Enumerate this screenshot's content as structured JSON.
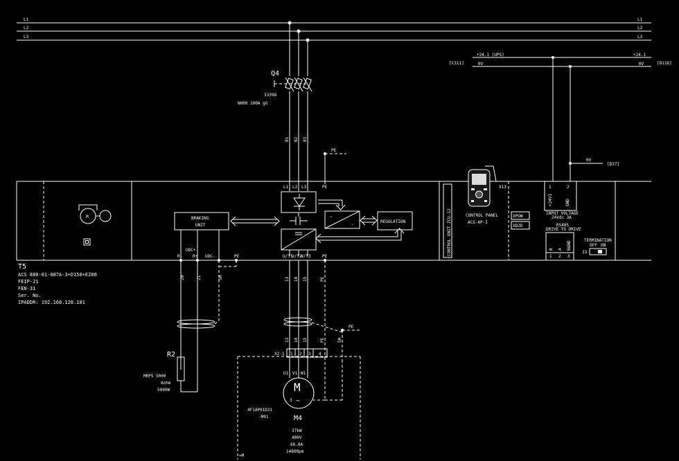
{
  "buses": {
    "l1_left": "L1",
    "l2_left": "L2",
    "l3_left": "L3",
    "l1_right": "L1",
    "l2_right": "L2",
    "l3_right": "L3"
  },
  "fuse": {
    "tag": "Q4",
    "part_number": "33398",
    "spec": "NH00 100A gG",
    "wire_labels": [
      "01",
      "02",
      "03"
    ]
  },
  "control_supply": {
    "ref_left_1": "C311",
    "ref_right_1": "D116",
    "plus24_left": "+24.1  (UPS)",
    "plus24_right": "+24.1",
    "zero_left": "0V",
    "zero_right": "0V",
    "zero_tap": "0V",
    "ref_d37": "D37"
  },
  "drive": {
    "tag": "T5",
    "model": "ACS 880-01-087A-3+D150+E200",
    "option1": "FEIP-21",
    "option2": "FEN-31",
    "serial": "Ser. No.",
    "ip": "IPADDR: 192.168.128.101",
    "input_terminals": [
      "L1",
      "L2",
      "L3",
      "PE"
    ],
    "output_terminals": [
      "U/T1",
      "V/T2",
      "W/T3",
      "PE"
    ],
    "pe_top": "PE",
    "pe_bottom": "PE",
    "braking_unit_l1": "BRAKING",
    "braking_unit_l2": "UNIT",
    "regulation": "REGULATION",
    "udc_plus": "UDC+",
    "udc_minus": "UDC-",
    "r_minus": "R-",
    "r_plus": "R+",
    "brake_pe": "PE",
    "control_unit": "CONTROL UNIT ZCU-12",
    "control_panel_l1": "CONTROL PANEL",
    "control_panel_l2": "ACS-AP-I",
    "x13": "X13",
    "xpow": "XPOW",
    "xd2d": "XD2D",
    "input_voltage_l1": "INPUT VOLTAGE",
    "input_voltage_l2": "24Vdc 3A",
    "d2d_l1": "RS485",
    "d2d_l2": "DRIVE TO DRIVE",
    "termination_l1": "TERMINATION",
    "termination_off": "OFF",
    "termination_on": "ON",
    "j3": "J3",
    "xpow_pins": [
      "1",
      "2"
    ],
    "xpow_pin_names": [
      "+24VI",
      "GND"
    ],
    "xd2d_pins": [
      "1",
      "2",
      "3"
    ],
    "xd2d_pin_names": [
      "B",
      "A",
      "BGND"
    ]
  },
  "brake_cable": {
    "wires": [
      "20",
      "21",
      "SH"
    ]
  },
  "resistor": {
    "tag": "R2",
    "model": "MRPS 5000",
    "resistance": "8ohm",
    "power": "5000W"
  },
  "motor_cable": {
    "wires_top": [
      "13",
      "14",
      "15",
      "PE"
    ],
    "wires_bottom": [
      "13",
      "14",
      "15",
      "PE",
      "SH"
    ],
    "pe_label": "PE"
  },
  "motor": {
    "terminal_block": "X2-1",
    "terminals": [
      "1",
      "2",
      "3",
      "4"
    ],
    "phase_labels": [
      "U1",
      "V1",
      "W1"
    ],
    "symbol_letter": "M",
    "symbol_phase": "3",
    "symbol_ac": "~",
    "code": "4F1AP01D31",
    "suffix": "-M01",
    "tag": "M4",
    "power": "37kW",
    "voltage": "400V",
    "current": "66.8A",
    "speed": "1480Rpm",
    "frame_tag": "=M",
    "pe_label": "PE"
  }
}
